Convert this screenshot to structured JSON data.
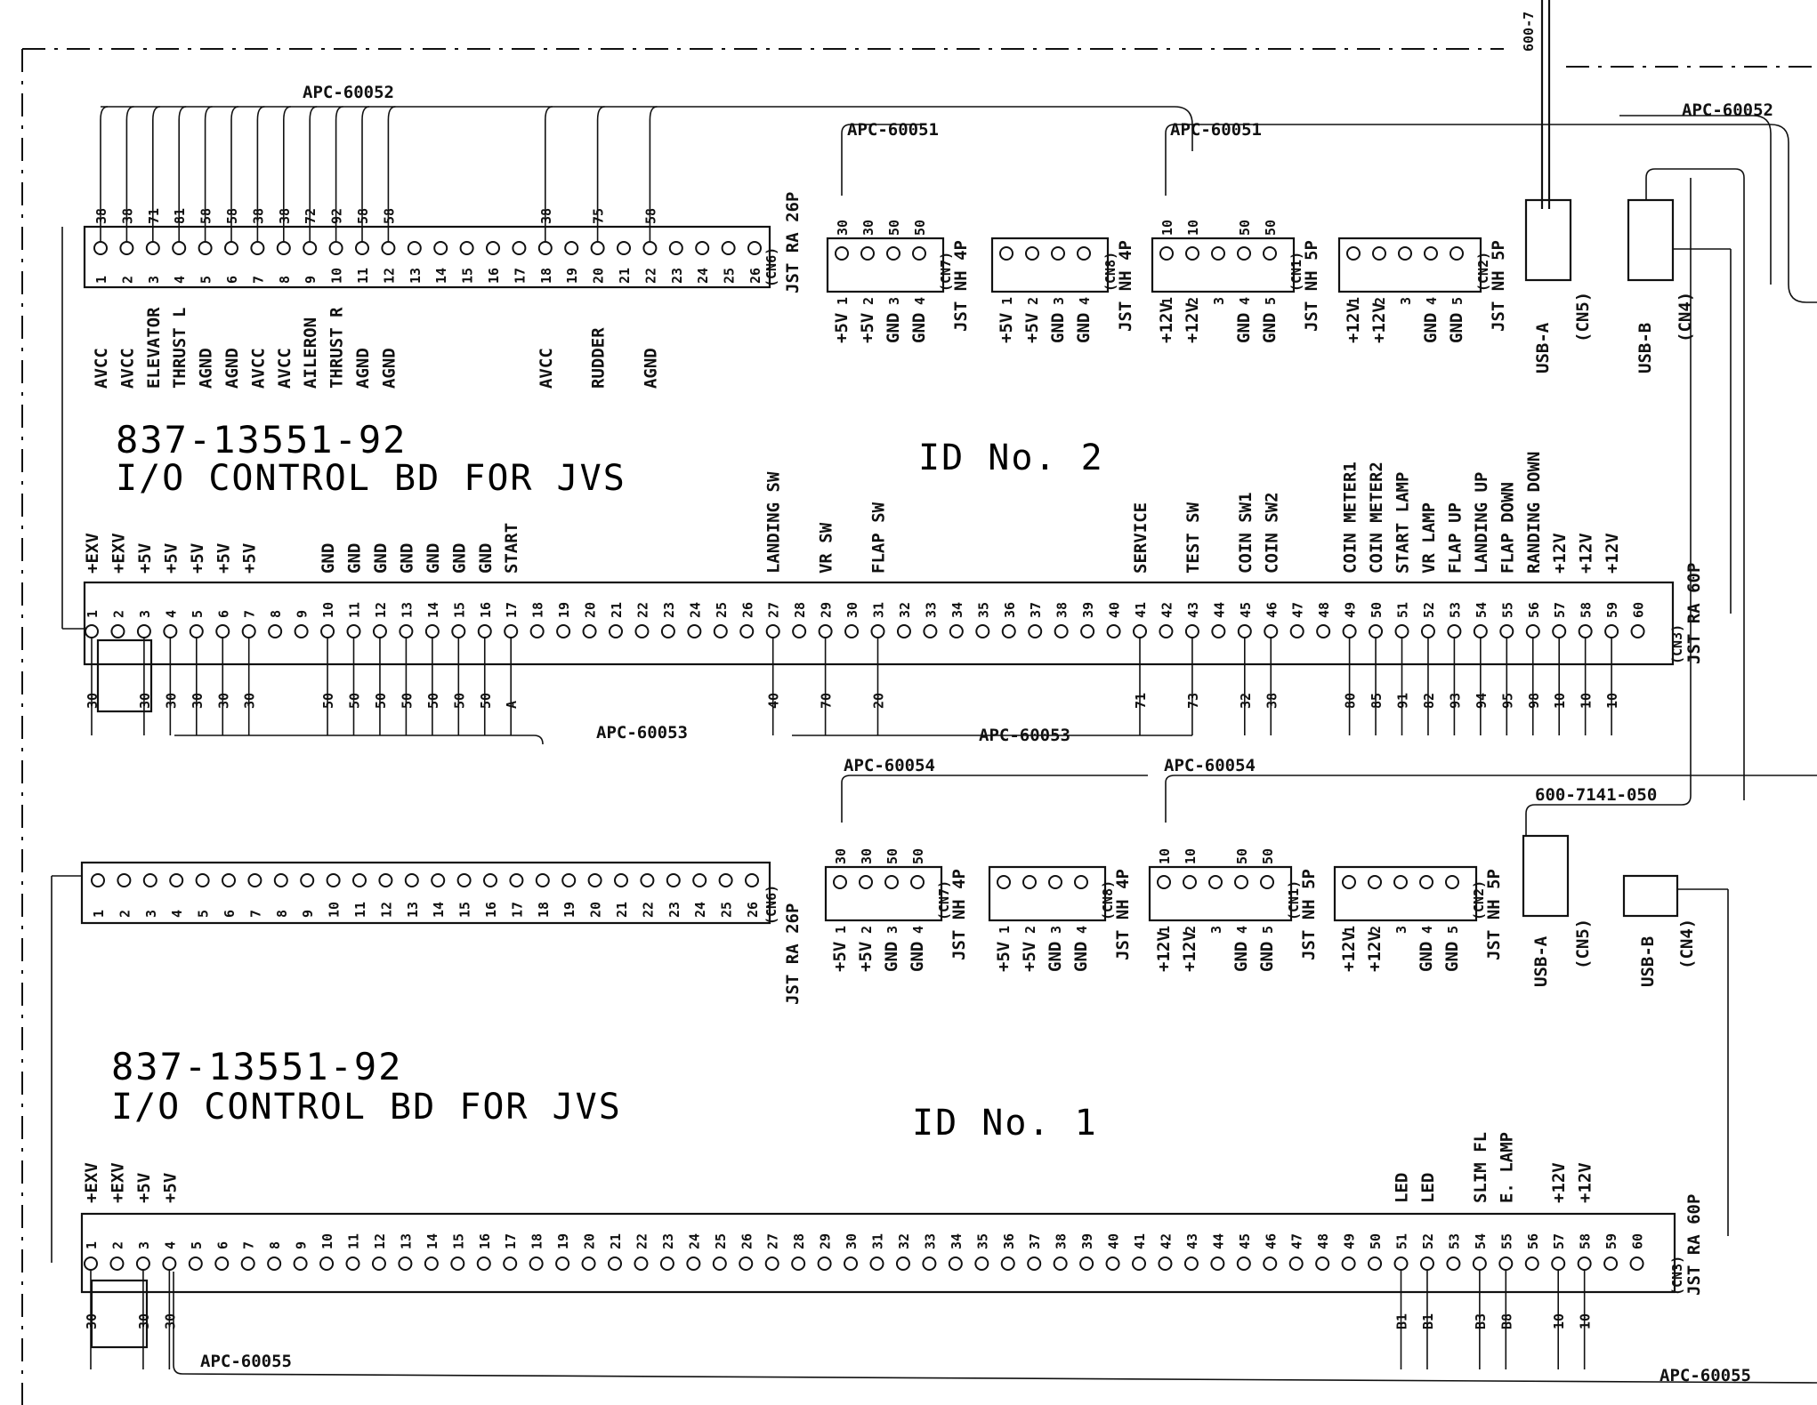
{
  "boards": [
    {
      "part_number": "837-13551-92",
      "title": "I/O CONTROL BD FOR JVS",
      "id_label": "ID No. 2",
      "cn6_pins": 26,
      "cn6_labels": [
        "AVCC",
        "AVCC",
        "ELEVATOR",
        "THRUST L",
        "AGND",
        "AGND",
        "AVCC",
        "AVCC",
        "AILERON",
        "THRUST R",
        "AGND",
        "AGND",
        "",
        "",
        "",
        "",
        "",
        "AVCC",
        "",
        "RUDDER",
        "",
        "AGND",
        "",
        "",
        "",
        ""
      ],
      "cn6_wires": [
        "38",
        "38",
        "71",
        "81",
        "58",
        "58",
        "38",
        "38",
        "72",
        "92",
        "58",
        "58",
        "",
        "",
        "",
        "",
        "",
        "38",
        "",
        "75",
        "",
        "58",
        "",
        "",
        "",
        ""
      ],
      "cn3_labels": {
        "1": "+EXV",
        "2": "+EXV",
        "3": "+5V",
        "4": "+5V",
        "5": "+5V",
        "6": "+5V",
        "7": "+5V",
        "10": "GND",
        "11": "GND",
        "12": "GND",
        "13": "GND",
        "14": "GND",
        "15": "GND",
        "16": "GND",
        "17": "START",
        "27": "LANDING SW",
        "29": "VR SW",
        "31": "FLAP SW",
        "41": "SERVICE",
        "43": "TEST SW",
        "45": "COIN SW1",
        "46": "COIN SW2",
        "49": "COIN METER1",
        "50": "COIN METER2",
        "51": "START LAMP",
        "52": "VR LAMP",
        "53": "FLAP UP",
        "54": "LANDING UP",
        "55": "FLAP DOWN",
        "56": "RANDING DOWN",
        "57": "+12V",
        "58": "+12V",
        "59": "+12V"
      },
      "cn3_wires": {
        "1": "30",
        "3": "30",
        "4": "30",
        "5": "30",
        "6": "30",
        "7": "30",
        "10": "50",
        "11": "50",
        "12": "50",
        "13": "50",
        "14": "50",
        "15": "50",
        "16": "50",
        "17": "A",
        "27": "40",
        "29": "70",
        "31": "20",
        "41": "71",
        "43": "73",
        "45": "32",
        "46": "38",
        "49": "80",
        "50": "85",
        "51": "91",
        "52": "82",
        "53": "93",
        "54": "94",
        "55": "95",
        "56": "98",
        "57": "10",
        "58": "10",
        "59": "10"
      },
      "cables": {
        "top": "APC-60052",
        "top2": "APC-60052",
        "cn7": "APC-60051",
        "cn1": "APC-60051",
        "bottom_left": "APC-60053",
        "bottom_right": "APC-60053"
      }
    },
    {
      "part_number": "837-13551-92",
      "title": "I/O CONTROL BD FOR JVS",
      "id_label": "ID No. 1",
      "cn3_labels": {
        "1": "+EXV",
        "2": "+EXV",
        "3": "+5V",
        "4": "+5V",
        "51": "LED",
        "52": "LED",
        "54": "SLIM FL",
        "55": "E. LAMP",
        "57": "+12V",
        "58": "+12V"
      },
      "cn3_wires": {
        "1": "30",
        "3": "30",
        "4": "30",
        "51": "B1",
        "52": "B1",
        "54": "B3",
        "55": "B8",
        "57": "10",
        "58": "10"
      },
      "cables": {
        "cn7": "APC-60054",
        "cn1": "APC-60054",
        "usb": "600-7141-050",
        "bottom": "APC-60055"
      }
    }
  ],
  "connectors": {
    "cn6_name": "JST RA 26P",
    "cn6_tag": "(CN6)",
    "cn7_name": "JST NH 4P",
    "cn7_tag": "(CN7)",
    "cn8_name": "JST NH 4P",
    "cn8_tag": "(CN8)",
    "cn1_name": "JST NH 5P",
    "cn1_tag": "(CN1)",
    "cn2_name": "JST NH 5P",
    "cn2_tag": "(CN2)",
    "cn5_name": "USB-A",
    "cn5_tag": "(CN5)",
    "cn4_name": "USB-B",
    "cn4_tag": "(CN4)",
    "cn3_name": "JST RA 60P",
    "cn3_tag": "(CN3)",
    "nh4_labels": [
      "+5V",
      "+5V",
      "GND",
      "GND"
    ],
    "nh4_wires": [
      "30",
      "30",
      "50",
      "50"
    ],
    "nh5_labels": [
      "+12V",
      "+12V",
      "",
      "GND",
      "GND"
    ],
    "nh5_wires": [
      "10",
      "10",
      "",
      "50",
      "50"
    ],
    "nh5_labels_b": [
      "+12V",
      "+12V",
      "",
      "GND",
      "GND"
    ]
  },
  "top_right_cable": "600-7"
}
